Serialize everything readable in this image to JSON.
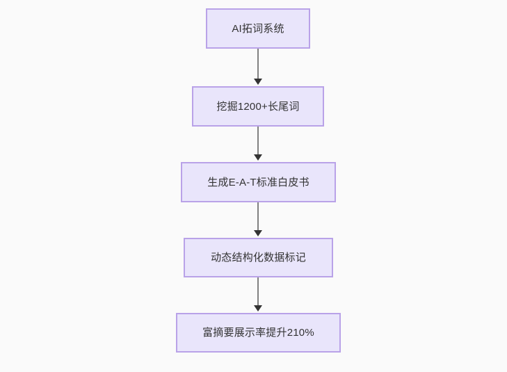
{
  "diagram": {
    "type": "flowchart",
    "direction": "top-to-bottom",
    "background_color": "#fafafa",
    "node_fill_color": "#e9e5fb",
    "node_border_color": "#b9a2e8",
    "node_text_color": "#333333",
    "edge_color": "#808080",
    "arrowhead_color": "#333333",
    "nodes": [
      {
        "id": "n0",
        "label": "AI拓词系统"
      },
      {
        "id": "n1",
        "label": "挖掘1200+长尾词"
      },
      {
        "id": "n2",
        "label": "生成E-A-T标准白皮书"
      },
      {
        "id": "n3",
        "label": "动态结构化数据标记"
      },
      {
        "id": "n4",
        "label": "富摘要展示率提升210%"
      }
    ],
    "edges": [
      {
        "from": "n0",
        "to": "n1",
        "label": ""
      },
      {
        "from": "n1",
        "to": "n2",
        "label": ""
      },
      {
        "from": "n2",
        "to": "n3",
        "label": ""
      },
      {
        "from": "n3",
        "to": "n4",
        "label": ""
      }
    ]
  }
}
